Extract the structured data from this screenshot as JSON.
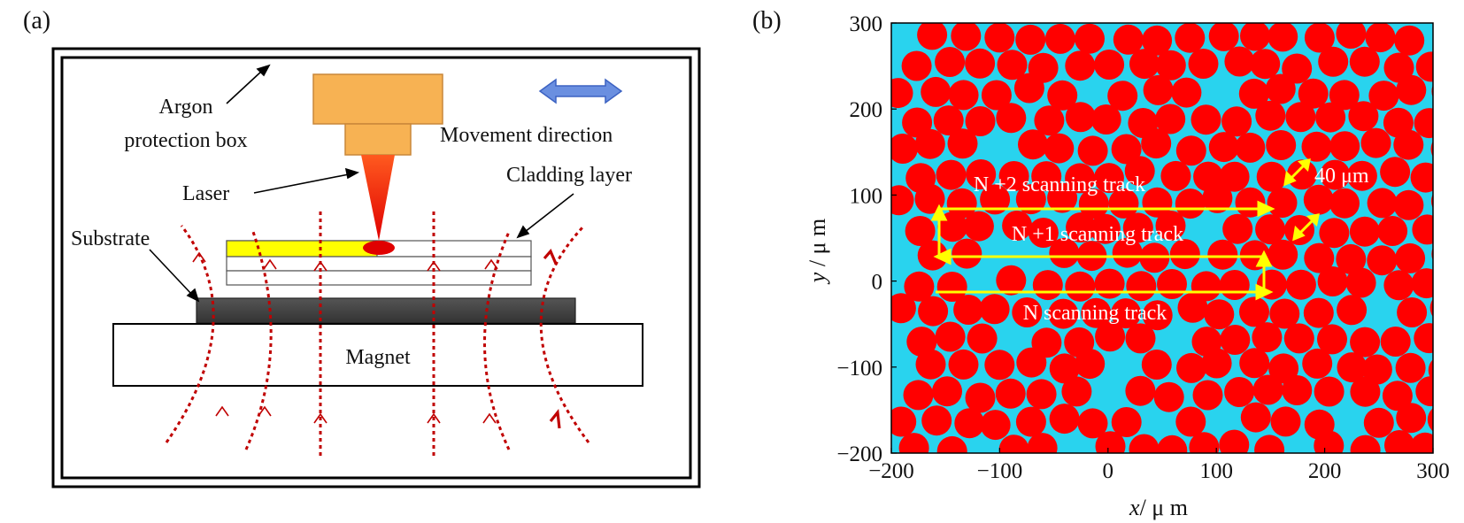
{
  "panel_a": {
    "tag": "(a)",
    "labels": {
      "argon_line1": "Argon",
      "argon_line2": "protection box",
      "movement": "Movement direction",
      "cladding": "Cladding layer",
      "laser": "Laser",
      "substrate": "Substrate",
      "magnet": "Magnet"
    }
  },
  "panel_b": {
    "tag": "(b)",
    "xlabel_var": "x",
    "xlabel_unit": "/ μ m",
    "ylabel_var": "y",
    "ylabel_unit": " / μ m",
    "x_ticks": [
      "−200",
      "−100",
      "0",
      "100",
      "200",
      "300"
    ],
    "y_ticks": [
      "300",
      "200",
      "100",
      "0",
      "−100",
      "−200"
    ],
    "track_labels": {
      "n2": "N +2  scanning  track",
      "n1": "N +1  scanning  track",
      "n": "N scanning  track"
    },
    "size_label": "40 μm",
    "colors": {
      "background": "#29d3ee",
      "particle": "#ff0000",
      "track": "#ffff00"
    }
  },
  "chart_data": {
    "type": "scatter",
    "xlabel": "x/ μ m",
    "ylabel": "y / μ m",
    "xlim": [
      -200,
      300
    ],
    "ylim": [
      -200,
      300
    ],
    "grid": false,
    "particle_diameter_um": 40,
    "x_tick_values": [
      -200,
      -100,
      0,
      100,
      200,
      300
    ],
    "y_tick_values": [
      -200,
      -100,
      0,
      100,
      200,
      300
    ],
    "annotations": [
      "N +2  scanning  track",
      "N +1  scanning  track",
      "N scanning  track",
      "40 μm"
    ]
  }
}
